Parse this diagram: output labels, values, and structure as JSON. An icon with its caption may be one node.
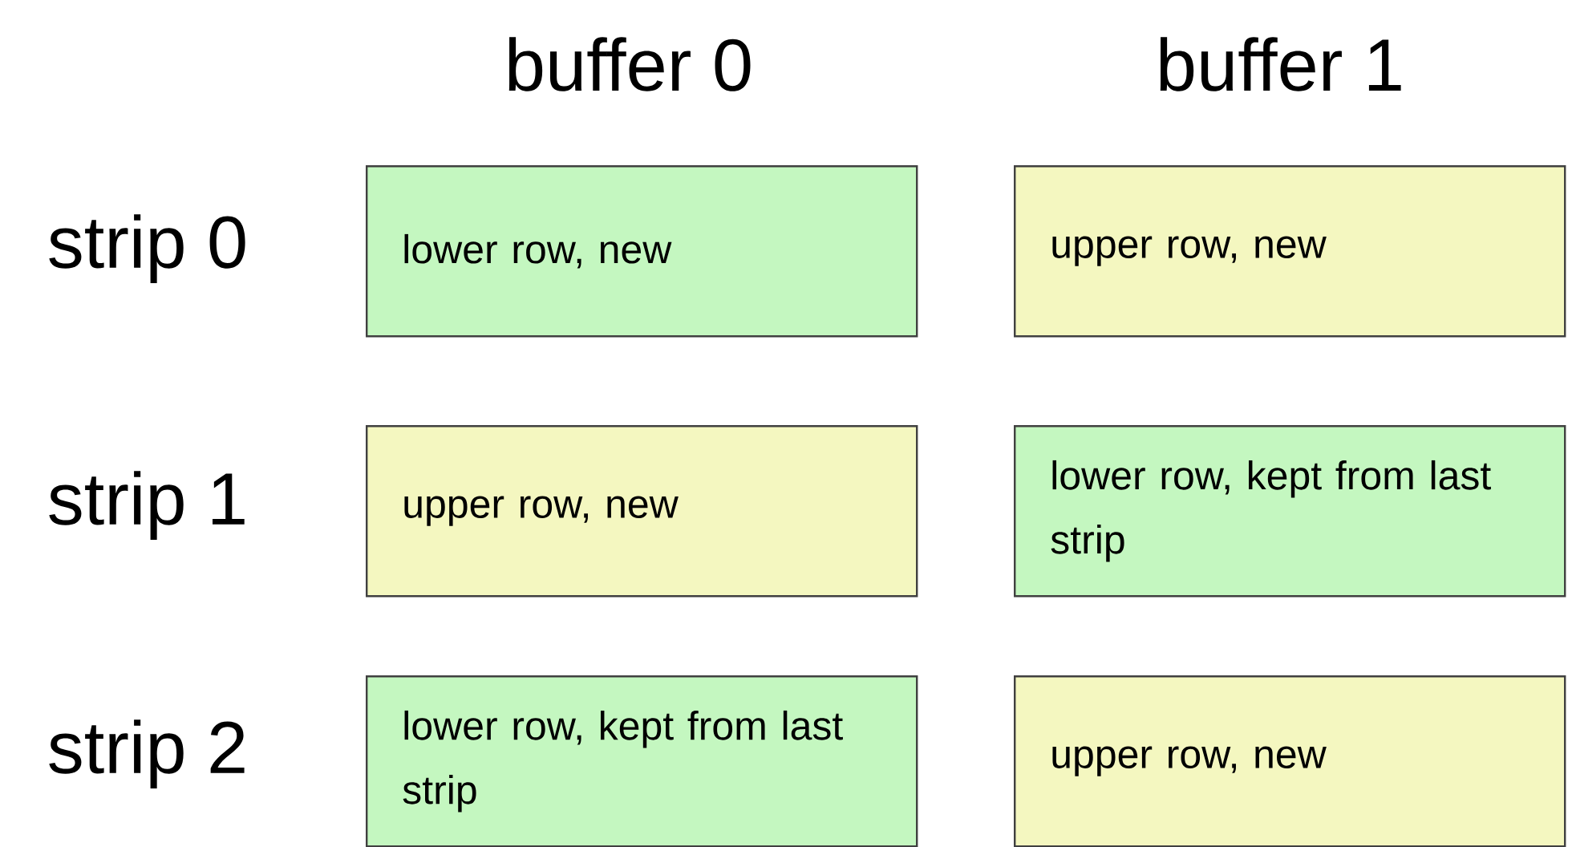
{
  "diagram": {
    "nodes": [
      {
        "text": [
          "lower row, new"
        ]
      },
      {
        "text": [
          "upper row, new"
        ]
      },
      {
        "text": [
          "upper row, new"
        ]
      },
      {
        "text": [
          "lower row, kept from last strip"
        ]
      },
      {
        "text": [
          "lower row, kept from last strip"
        ]
      },
      {
        "text": [
          "upper row, new"
        ]
      }
    ],
    "labels": [
      "buffer 0",
      "buffer 1",
      "strip 0",
      "strip 1",
      "strip 2"
    ]
  }
}
